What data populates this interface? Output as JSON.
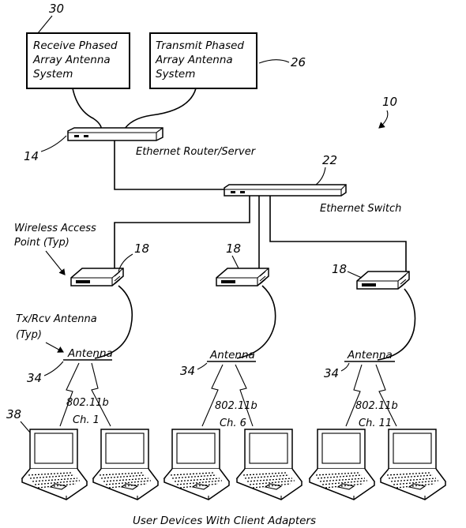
{
  "labels": {
    "receive_box": [
      "Receive Phased",
      "Array Antenna",
      "System"
    ],
    "transmit_box": [
      "Transmit Phased",
      "Array Antenna",
      "System"
    ],
    "router": "Ethernet Router/Server",
    "switch": "Ethernet Switch",
    "wap": [
      "Wireless Access",
      "Point (Typ)"
    ],
    "txrx": [
      "Tx/Rcv Antenna",
      "(Typ)"
    ],
    "antenna": "Antenna",
    "bottom": "User Devices With Client Adapters"
  },
  "refs": {
    "r30": "30",
    "r26": "26",
    "r10": "10",
    "r14": "14",
    "r22": "22",
    "r18": "18",
    "r34": "34",
    "r38": "38"
  },
  "channels": [
    {
      "std": "802.11b",
      "ch": "Ch. 1"
    },
    {
      "std": "802.11b",
      "ch": "Ch. 6"
    },
    {
      "std": "802.11b",
      "ch": "Ch. 11"
    }
  ]
}
